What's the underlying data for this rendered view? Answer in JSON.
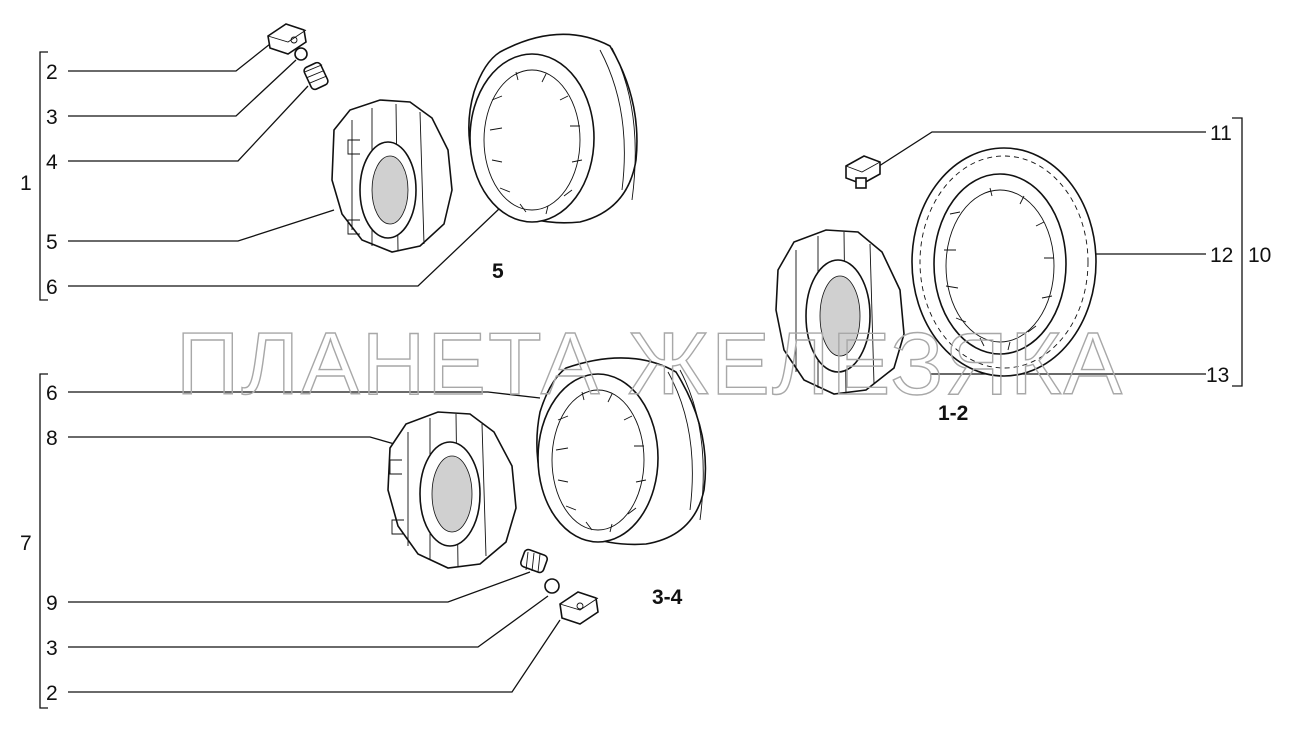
{
  "group_labels": {
    "fifth": "5",
    "third_fourth": "3-4",
    "first_second": "1-2"
  },
  "watermark": "ПЛАНЕТА ЖЕЛЕЗЯКА",
  "bracket_1": {
    "group": "1",
    "items": [
      "2",
      "3",
      "4",
      "5",
      "6"
    ]
  },
  "bracket_7": {
    "group": "7",
    "items": [
      "6",
      "8",
      "9",
      "3",
      "2"
    ]
  },
  "bracket_10": {
    "group": "10",
    "items": [
      "11",
      "12",
      "13"
    ]
  }
}
